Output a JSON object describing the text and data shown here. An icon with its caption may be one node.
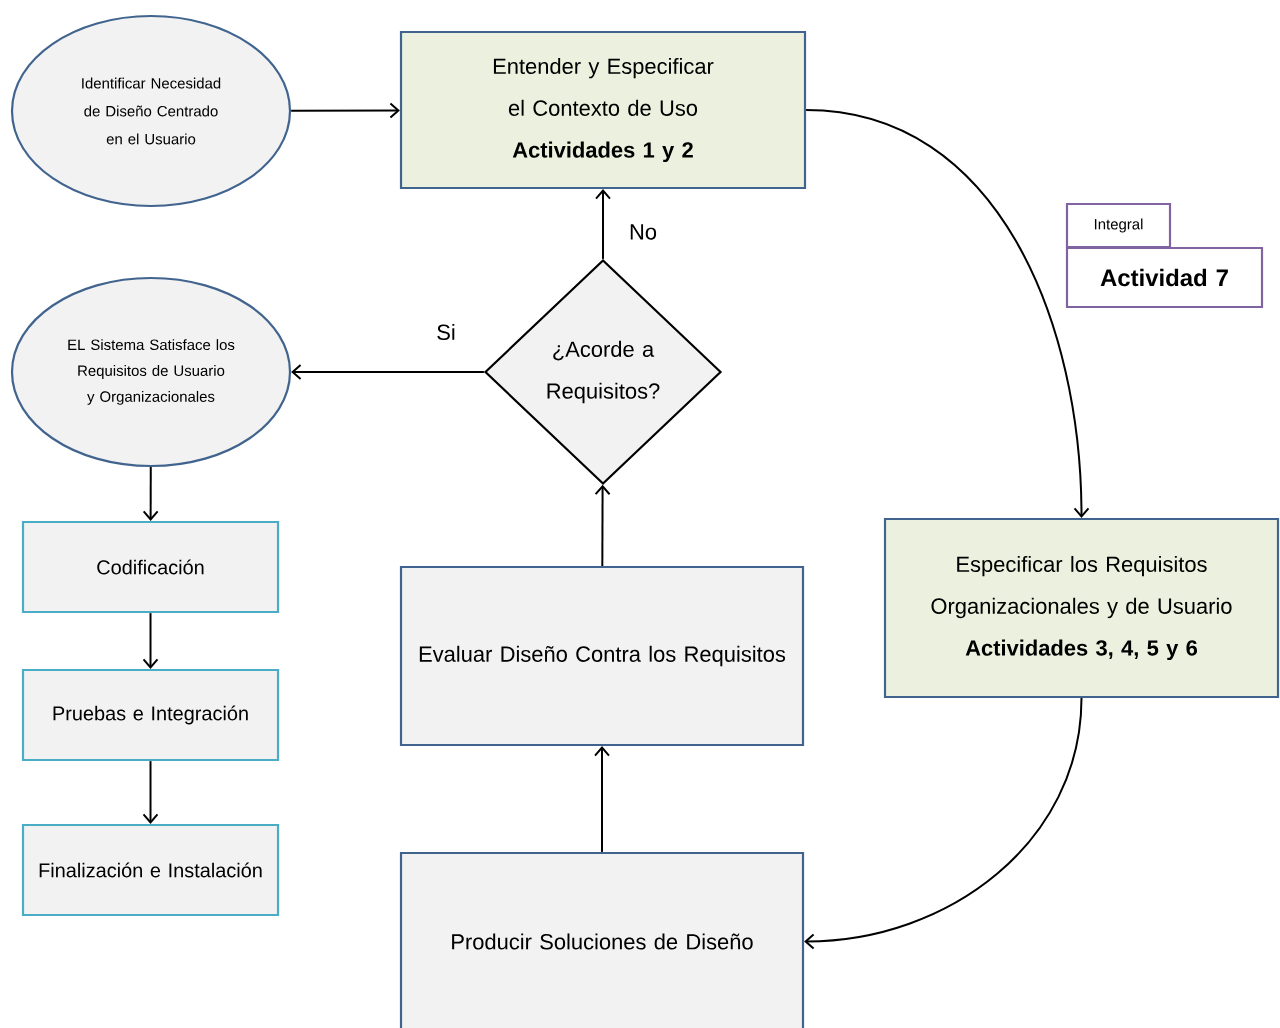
{
  "diagram": {
    "nodes": [
      {
        "text": [
          "Identificar Necesidad de Diseño Centrado en el Usuario"
        ]
      },
      {
        "text": [
          "Entender y Especificar el Contexto de Uso",
          "Actividades 1 y 2"
        ]
      },
      {
        "text": [
          "Integral"
        ]
      },
      {
        "text": [
          "Actividad 7"
        ]
      },
      {
        "text": [
          "EL Sistema Satisface los Requisitos de Usuario y Organizacionales"
        ]
      },
      {
        "text": [
          "¿Acorde a Requisitos?"
        ]
      },
      {
        "text": [
          "Codificación"
        ]
      },
      {
        "text": [
          "Pruebas e Integración"
        ]
      },
      {
        "text": [
          "Finalización e Instalación"
        ]
      },
      {
        "text": [
          "Evaluar Diseño Contra los Requisitos"
        ]
      },
      {
        "text": [
          "Especificar los Requisitos Organizacionales y de Usuario",
          "Actividades 3, 4, 5 y 6"
        ]
      },
      {
        "text": [
          "Producir Soluciones de Diseño"
        ]
      }
    ],
    "edges": [
      {
        "from": 0,
        "to": 1,
        "arrow": "to"
      },
      {
        "from": 1,
        "to": 10,
        "arrow": "to"
      },
      {
        "from": 10,
        "to": 11,
        "arrow": "to"
      },
      {
        "from": 11,
        "to": 9,
        "arrow": "to"
      },
      {
        "from": 9,
        "to": 5,
        "arrow": "to"
      },
      {
        "from": 5,
        "to": 1,
        "arrow": "to",
        "label": "No"
      },
      {
        "from": 5,
        "to": 4,
        "arrow": "to",
        "label": "Si"
      },
      {
        "from": 4,
        "to": 6,
        "arrow": "to"
      },
      {
        "from": 6,
        "to": 7,
        "arrow": "to"
      },
      {
        "from": 7,
        "to": 8,
        "arrow": "to"
      }
    ]
  }
}
